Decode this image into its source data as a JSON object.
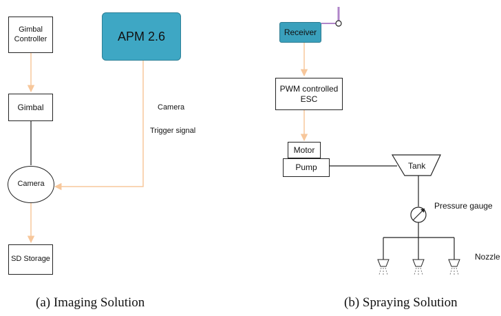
{
  "imaging": {
    "gimbal_controller": "Gimbal Controller",
    "gimbal": "Gimbal",
    "camera": "Camera",
    "sd_storage": "SD Storage",
    "apm": "APM 2.6",
    "signal_label_1": "Camera",
    "signal_label_2": "Trigger signal",
    "caption": "(a) Imaging Solution"
  },
  "spraying": {
    "receiver": "Receiver",
    "esc": "PWM controlled ESC",
    "motor": "Motor",
    "pump": "Pump",
    "tank": "Tank",
    "pressure_gauge": "Pressure gauge",
    "nozzle": "Nozzle",
    "caption": "(b) Spraying Solution"
  },
  "colors": {
    "arrow": "#f7c79b",
    "apm_fill": "#3ea7c4",
    "receiver_fill": "#3aa0bc",
    "receiver_antenna": "#b085c9",
    "line": "#222222"
  }
}
